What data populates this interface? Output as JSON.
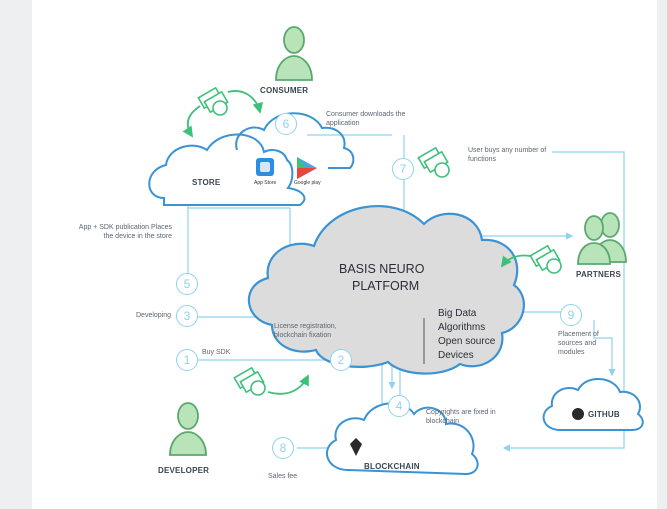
{
  "labels": {
    "consumer": "CONSUMER",
    "store": "STORE",
    "app_store": "App Store",
    "google_play": "Google play",
    "platform_line1": "BASIS NEURO",
    "platform_line2": "PLATFORM",
    "partners": "PARTNERS",
    "github": "GITHUB",
    "developer": "DEVELOPER",
    "blockchain": "BLOCKCHAIN"
  },
  "features": [
    "Big Data",
    "Algorithms",
    "Open source",
    "Devices"
  ],
  "steps": [
    {
      "num": "1",
      "text": "Buy SDK"
    },
    {
      "num": "2",
      "text": "License registration, blockchain fixation"
    },
    {
      "num": "3",
      "text": "Developing"
    },
    {
      "num": "4",
      "text": "Copyrights are fixed in blockchain"
    },
    {
      "num": "5",
      "text": "App + SDK publication Places the device in the store"
    },
    {
      "num": "6",
      "text": "Consumer downloads the application"
    },
    {
      "num": "7",
      "text": "User buys any number of functions"
    },
    {
      "num": "8",
      "text": "Sales fee"
    },
    {
      "num": "9",
      "text": "Placement of sources and modules"
    }
  ],
  "colors": {
    "accent_blue": "#3a93d4",
    "light_blue": "#8fd3ef",
    "money_green": "#3cc07a",
    "platform_fill": "#dcdcdc",
    "person_green": "#5aa86f"
  }
}
